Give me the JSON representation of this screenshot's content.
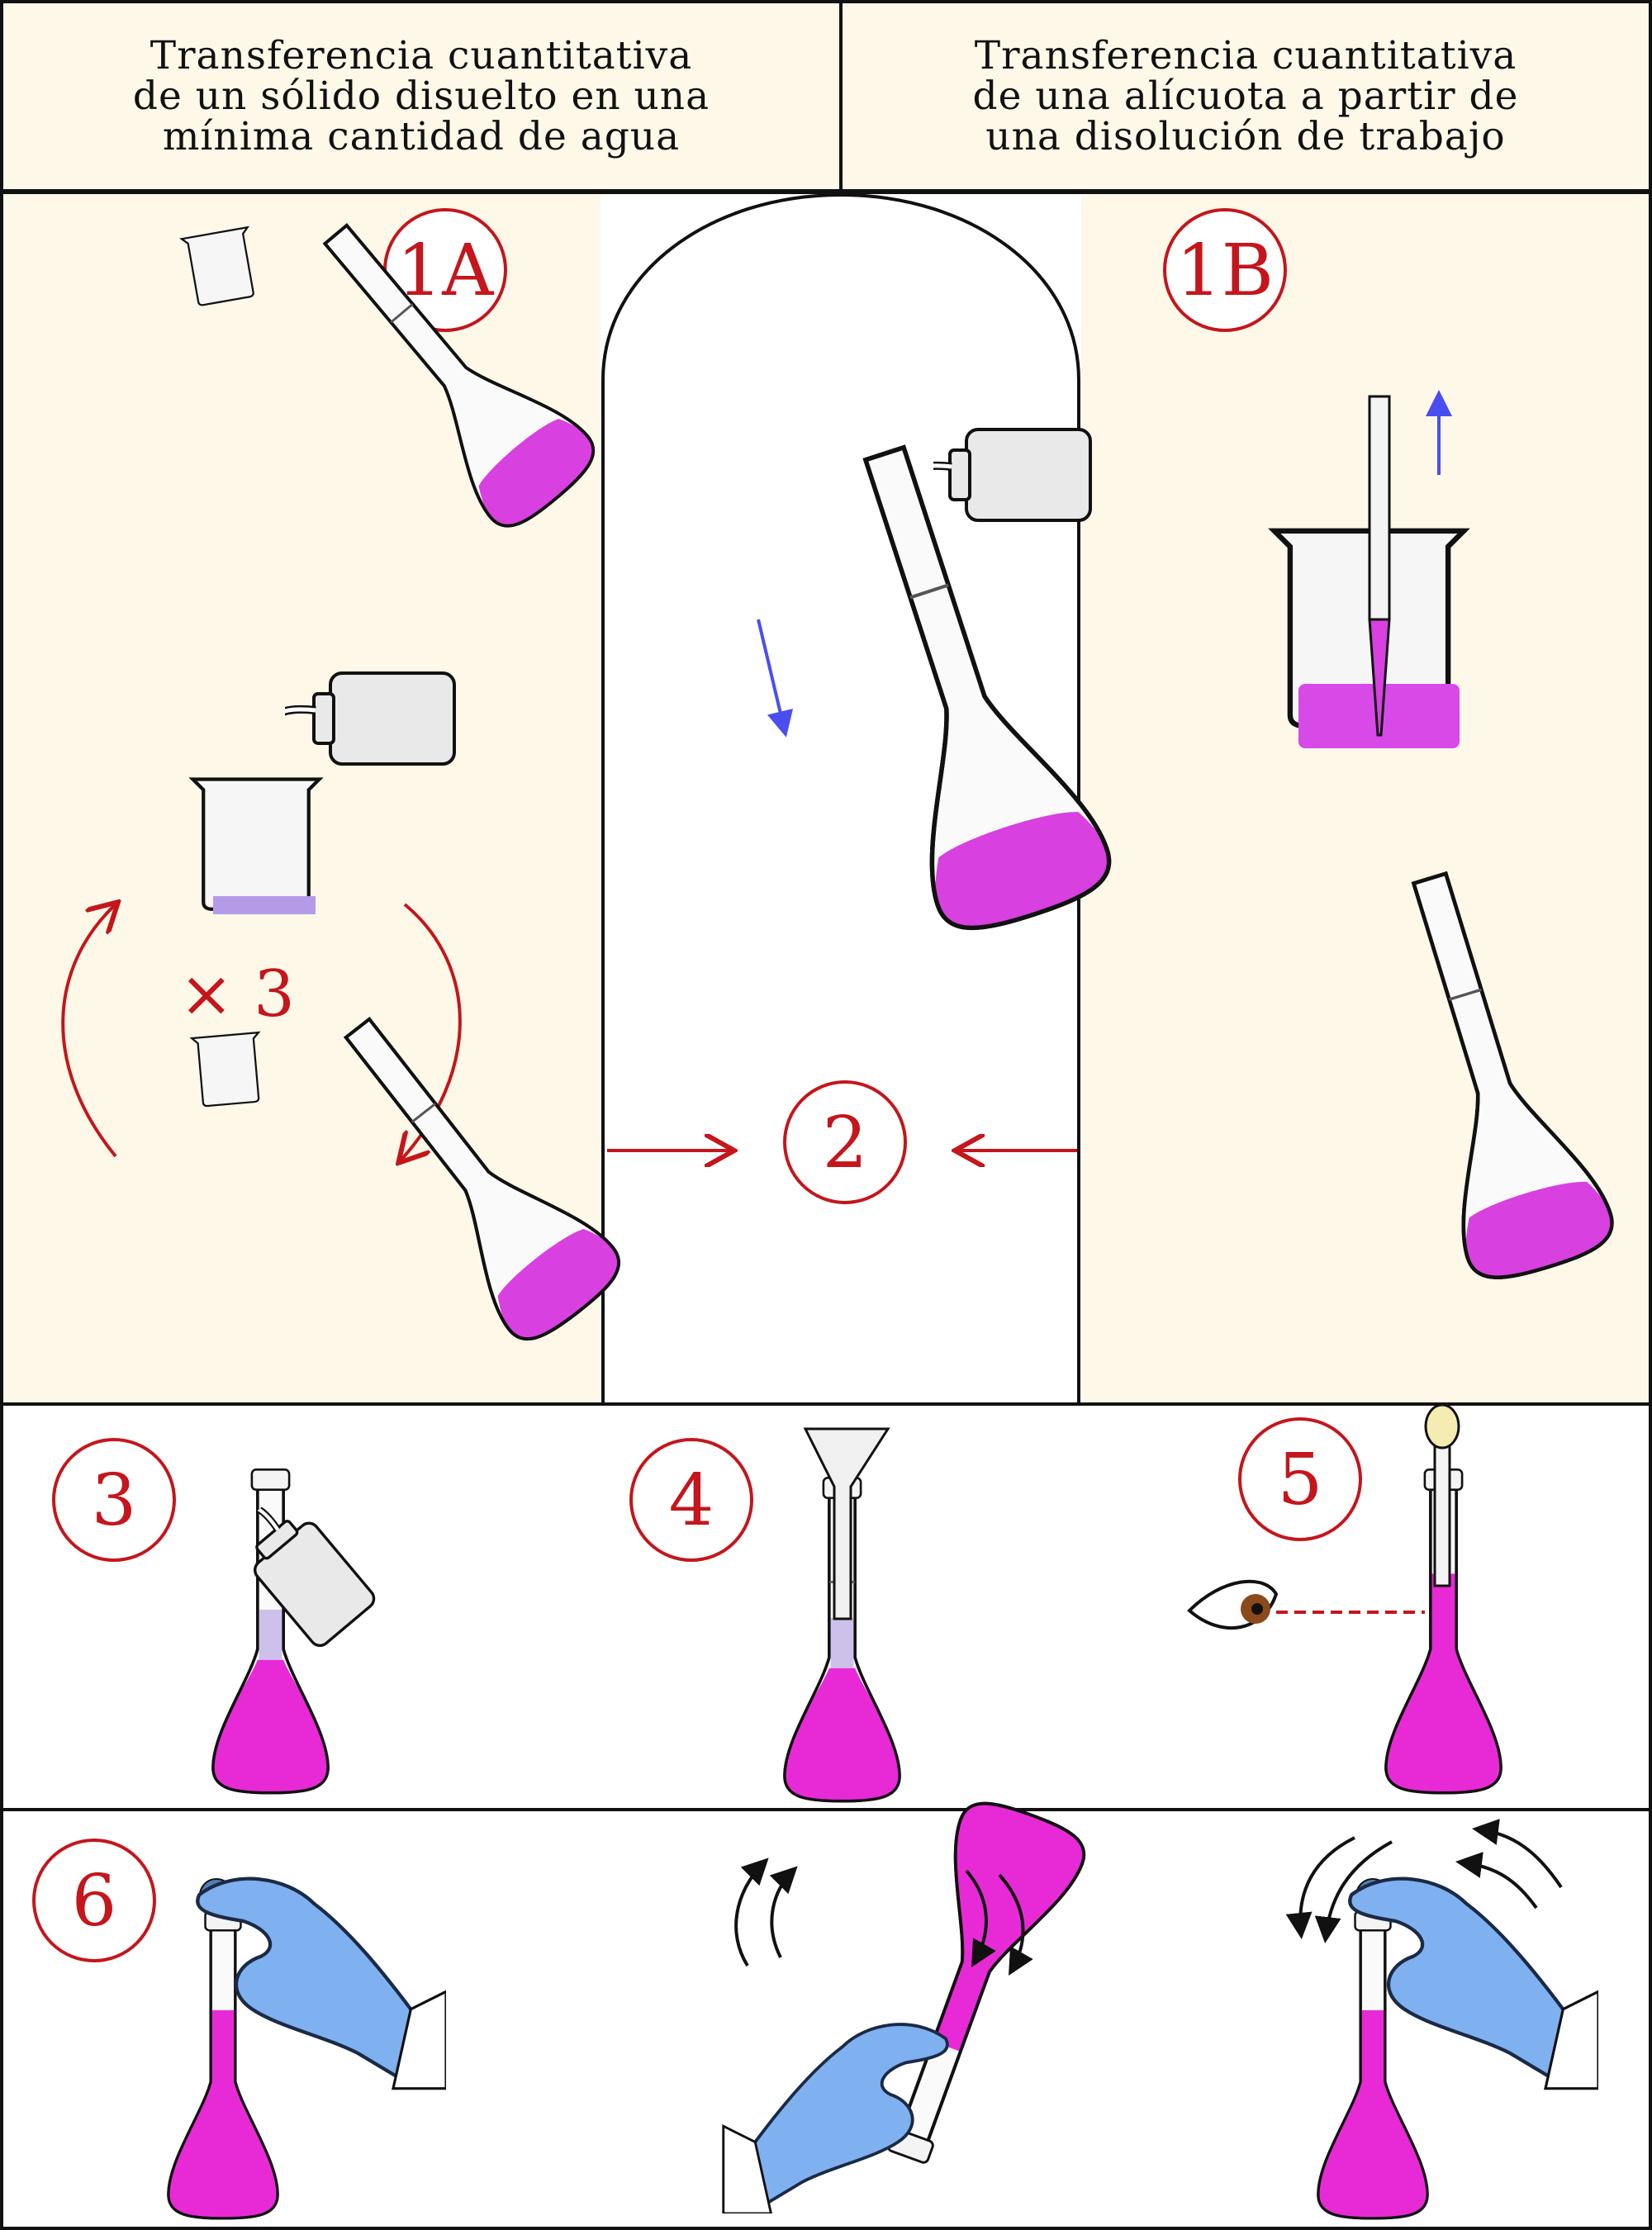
{
  "header": {
    "left_title": "Transferencia cuantitativa\nde un sólido disuelto en una\nmínima cantidad de agua",
    "right_title": "Transferencia cuantitativa\nde una alícuota a partir de\nuna disolución de trabajo"
  },
  "steps": {
    "step_1a": "1A",
    "step_1b": "1B",
    "step_2": "2",
    "step_3": "3",
    "step_4": "4",
    "step_5": "5",
    "step_6": "6"
  },
  "repeat_label": "× 3",
  "colors": {
    "panel_cream": "#fdf8e8",
    "label_red": "#c4161c",
    "solution_magenta": "#e82ad6",
    "arrow_blue": "#4a4ef0",
    "glove_blue": "#7fb0f0"
  }
}
